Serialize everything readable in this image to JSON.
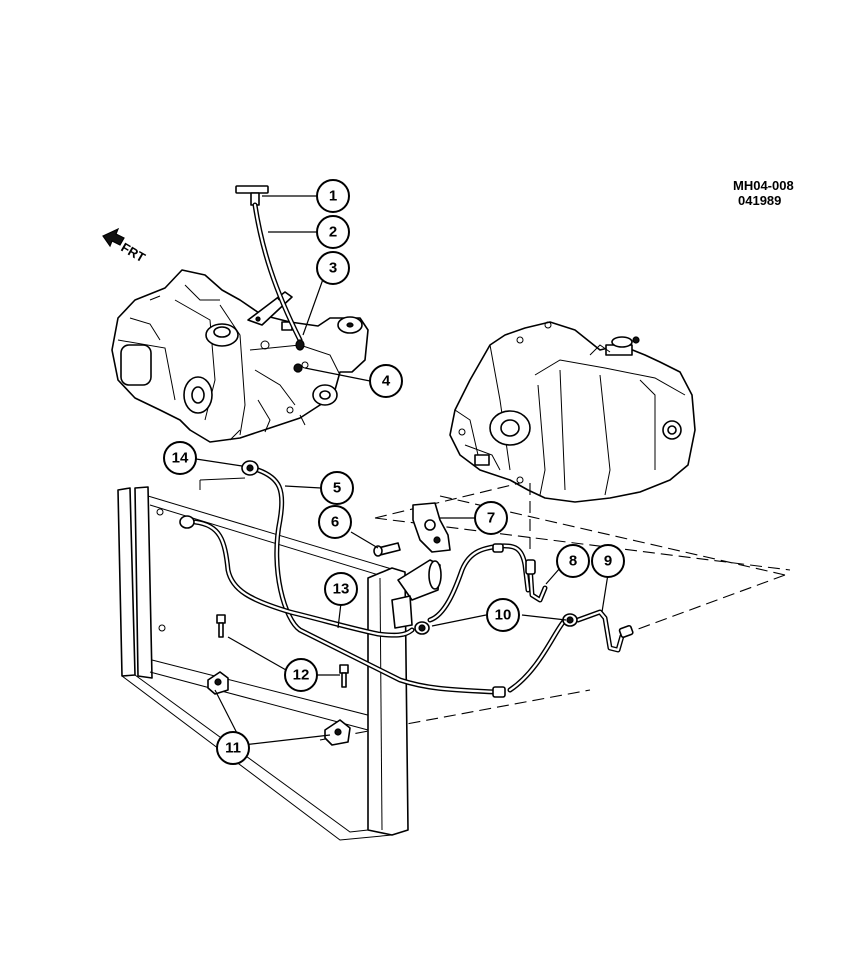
{
  "drawing": {
    "code": "MH04-008",
    "date": "041989",
    "front_indicator": "FRT"
  },
  "callouts": [
    {
      "id": "1",
      "label": "1"
    },
    {
      "id": "2",
      "label": "2"
    },
    {
      "id": "3",
      "label": "3"
    },
    {
      "id": "4",
      "label": "4"
    },
    {
      "id": "5",
      "label": "5"
    },
    {
      "id": "6",
      "label": "6"
    },
    {
      "id": "7",
      "label": "7"
    },
    {
      "id": "8",
      "label": "8"
    },
    {
      "id": "9",
      "label": "9"
    },
    {
      "id": "10",
      "label": "10"
    },
    {
      "id": "11",
      "label": "11"
    },
    {
      "id": "12",
      "label": "12"
    },
    {
      "id": "13",
      "label": "13"
    },
    {
      "id": "14",
      "label": "14"
    }
  ]
}
